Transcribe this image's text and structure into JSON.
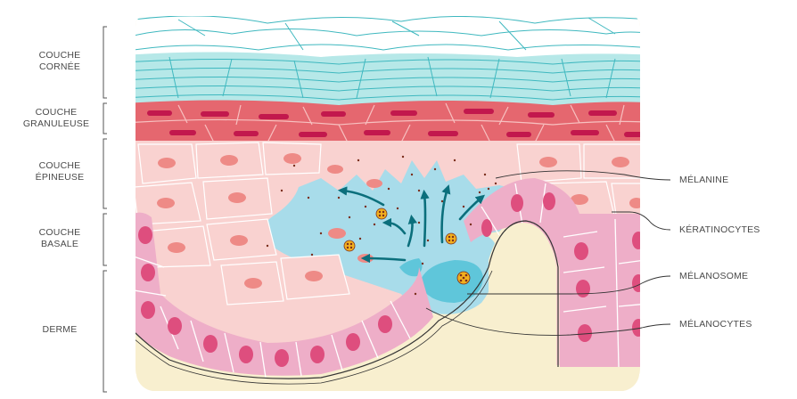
{
  "layers": [
    {
      "id": "cornee",
      "lines": [
        "COUCHE",
        "CORNÉE"
      ]
    },
    {
      "id": "granuleuse",
      "lines": [
        "COUCHE",
        "GRANULEUSE"
      ]
    },
    {
      "id": "epineuse",
      "lines": [
        "COUCHE",
        "ÉPINEUSE"
      ]
    },
    {
      "id": "basale",
      "lines": [
        "COUCHE",
        "BASALE"
      ]
    },
    {
      "id": "derme",
      "lines": [
        "DERME"
      ]
    }
  ],
  "callouts": {
    "melanine": "MÉLANINE",
    "keratinocytes": "KÉRATINOCYTES",
    "melanosome": "MÉLANOSOME",
    "melanocytes": "MÉLANOCYTES"
  },
  "colors": {
    "corneum_stroke": "#3fb8bf",
    "granular_fill": "#e5676f",
    "granular_nucleus": "#c2184d",
    "spinous_fill": "#f9d2d0",
    "spinous_nucleus": "#ee8a86",
    "basal_fill": "#eeaec8",
    "basal_nucleus": "#de4e7e",
    "melanocyte_fill": "#9fd9e6",
    "melanocyte_dark": "#5fc6da",
    "dermis_fill": "#f8efcf",
    "arrow": "#0b6f7c",
    "melanin_dot": "#7a2e1c"
  }
}
